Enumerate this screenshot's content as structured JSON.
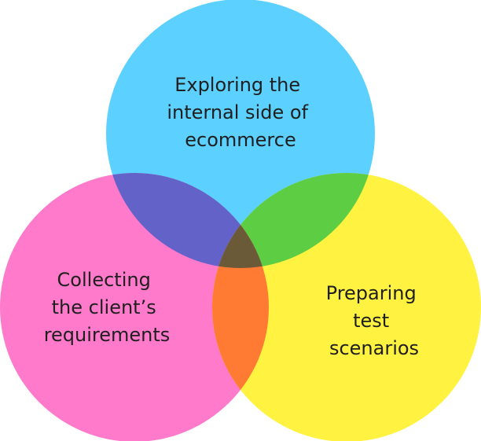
{
  "diagram": {
    "circles": [
      {
        "id": "top",
        "label_lines": [
          "Exploring the",
          "internal side of",
          "ecommerce"
        ],
        "color": "#5CD0FF"
      },
      {
        "id": "left",
        "label_lines": [
          "Collecting",
          "the client’s",
          "requirements"
        ],
        "color": "#FF7ACB"
      },
      {
        "id": "right",
        "label_lines": [
          "Preparing",
          "test",
          "scenarios"
        ],
        "color": "#FFF241"
      }
    ],
    "overlaps": {
      "top_left": "#6262C8",
      "top_right": "#5DCE43",
      "left_right": "#FF7A33",
      "center": "#6B5A38"
    }
  }
}
